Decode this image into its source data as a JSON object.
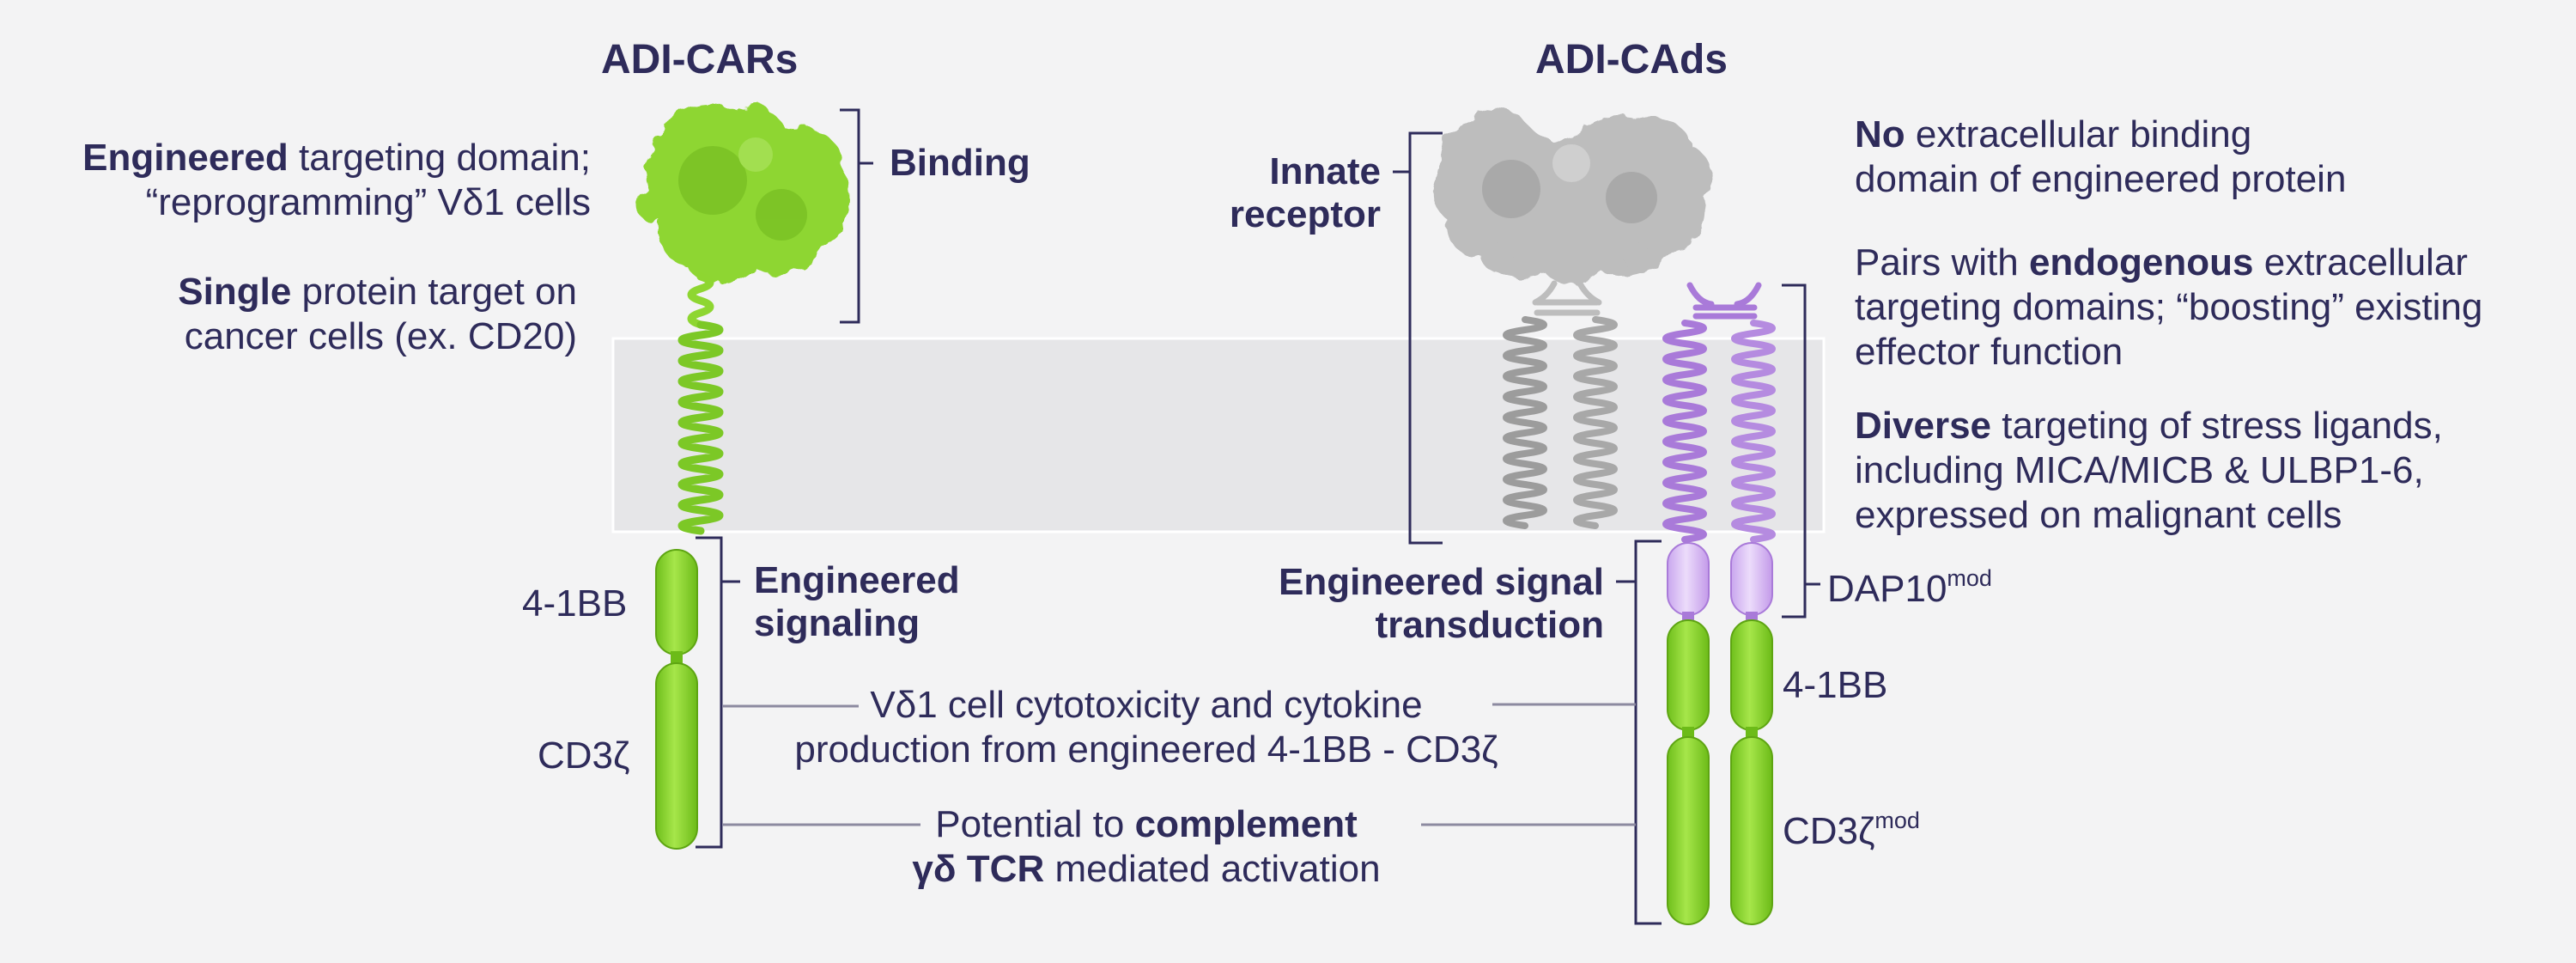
{
  "left": {
    "heading": "ADI-CARs",
    "desc1": {
      "bold": "Engineered",
      "rest": " targeting domain;",
      "line2": "“reprogramming”  Vδ1 cells"
    },
    "desc2": {
      "bold": "Single",
      "rest": " protein target on",
      "line2": "cancer cells (ex. CD20)"
    },
    "binding": "Binding",
    "eng_signaling_1": "Engineered",
    "eng_signaling_2": "signaling",
    "domain_4_1bb": "4-1BB",
    "domain_cd3z": "CD3ζ"
  },
  "right": {
    "heading": "ADI-CAds",
    "innate_1": "Innate",
    "innate_2": "receptor",
    "desc1": {
      "bold": "No",
      "rest": " extracellular binding",
      "line2": "domain of engineered protein"
    },
    "desc2": {
      "pre": "Pairs with ",
      "bold": "endogenous",
      "rest": " extracellular",
      "line2": "targeting domains; “boosting” existing",
      "line3": "effector function"
    },
    "desc3": {
      "bold": "Diverse",
      "rest": " targeting of stress ligands,",
      "line2": "including MICA/MICB & ULBP1-6,",
      "line3": "expressed on malignant cells"
    },
    "signal_1": "Engineered signal",
    "signal_2": "transduction",
    "dap10": "DAP10",
    "dap10_sup": "mod",
    "domain_4_1bb": "4-1BB",
    "domain_cd3z": "CD3ζ",
    "domain_cd3z_sup": "mod"
  },
  "middle": {
    "cyto_line1": "Vδ1 cell cytotoxicity and cytokine",
    "cyto_line2": "production from engineered 4-1BB - CD3ζ",
    "comp_pre": "Potential to ",
    "comp_bold": "complement",
    "comp_bold2": "γδ TCR",
    "comp_rest": " mediated activation"
  },
  "colors": {
    "text": "#2e2b5a",
    "green": "#8ed631",
    "green_dark": "#5ea512",
    "purple": "#a97ad9",
    "purple_light": "#d9bdf3",
    "grey": "#9c9c9c",
    "membrane": "#e6e6e8"
  }
}
